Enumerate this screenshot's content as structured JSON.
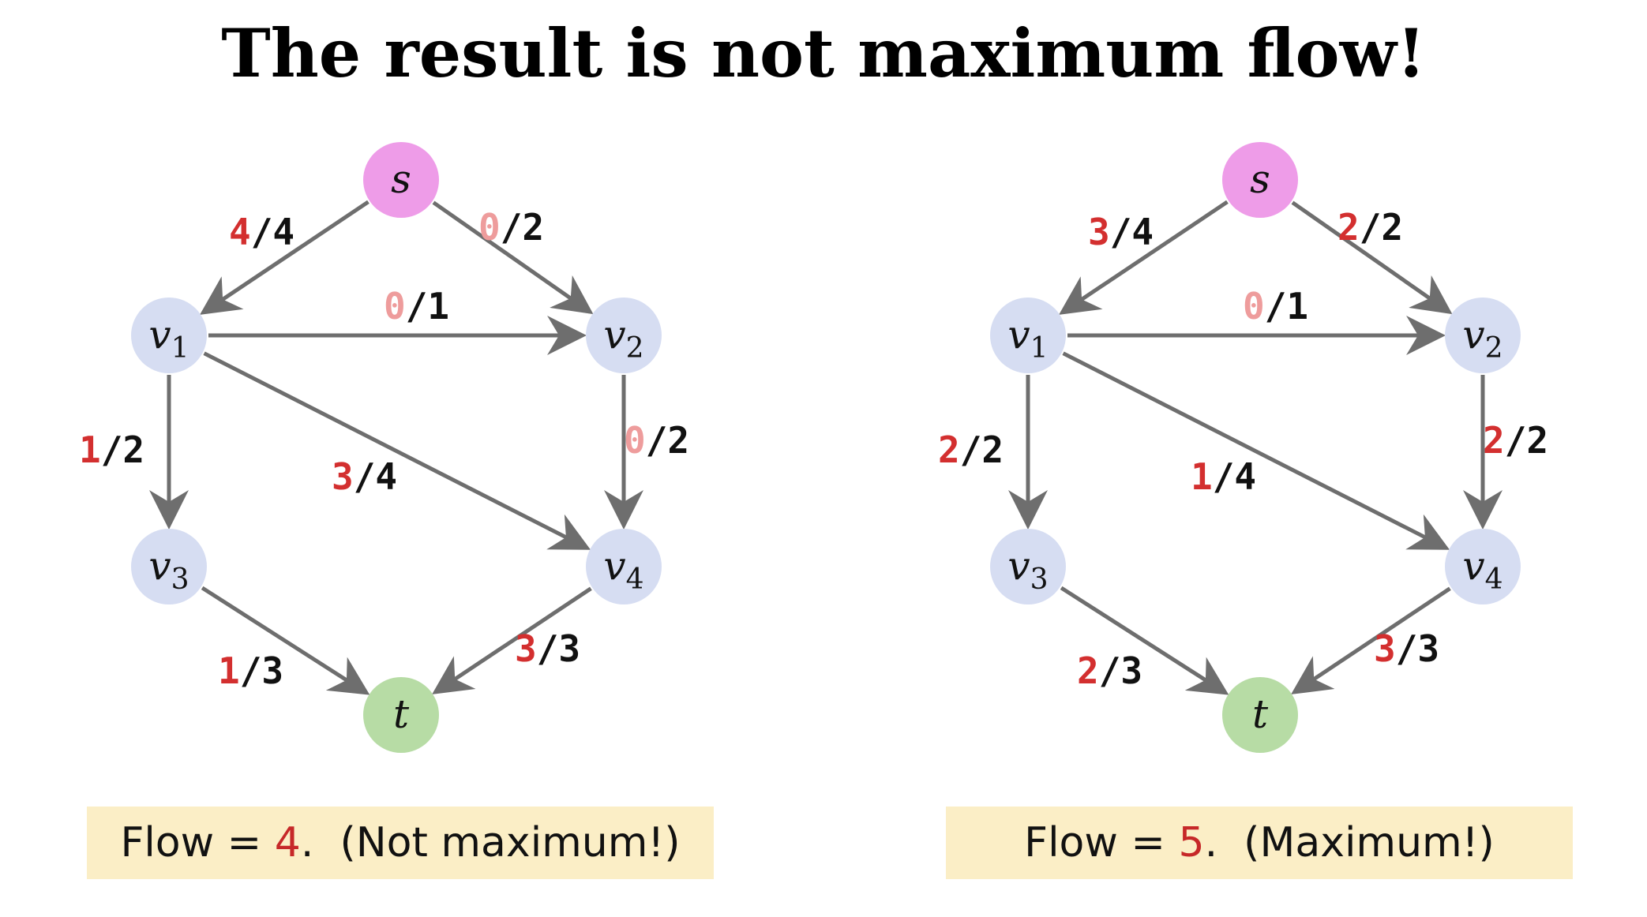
{
  "title": "The result is not maximum flow!",
  "colors": {
    "source": "#ee9ce8",
    "sink": "#b7dca5",
    "inner": "#d6ddf2",
    "edge": "#6e6e6e",
    "flow_positive": "#d32f2f",
    "flow_zero": "#ee9c9c",
    "capacity": "#111111",
    "caption_bg": "#fbeec6"
  },
  "graphs": [
    {
      "name": "left",
      "caption": {
        "prefix": "Flow = ",
        "value": "4",
        "suffix": ".  (Not maximum!)"
      },
      "edges": [
        {
          "from": "s",
          "to": "v1",
          "flow": "4",
          "cap": "4"
        },
        {
          "from": "s",
          "to": "v2",
          "flow": "0",
          "cap": "2"
        },
        {
          "from": "v1",
          "to": "v2",
          "flow": "0",
          "cap": "1"
        },
        {
          "from": "v1",
          "to": "v3",
          "flow": "1",
          "cap": "2"
        },
        {
          "from": "v1",
          "to": "v4",
          "flow": "3",
          "cap": "4"
        },
        {
          "from": "v2",
          "to": "v4",
          "flow": "0",
          "cap": "2"
        },
        {
          "from": "v3",
          "to": "t",
          "flow": "1",
          "cap": "3"
        },
        {
          "from": "v4",
          "to": "t",
          "flow": "3",
          "cap": "3"
        }
      ]
    },
    {
      "name": "right",
      "caption": {
        "prefix": "Flow = ",
        "value": "5",
        "suffix": ".  (Maximum!)"
      },
      "edges": [
        {
          "from": "s",
          "to": "v1",
          "flow": "3",
          "cap": "4"
        },
        {
          "from": "s",
          "to": "v2",
          "flow": "2",
          "cap": "2"
        },
        {
          "from": "v1",
          "to": "v2",
          "flow": "0",
          "cap": "1"
        },
        {
          "from": "v1",
          "to": "v3",
          "flow": "2",
          "cap": "2"
        },
        {
          "from": "v1",
          "to": "v4",
          "flow": "1",
          "cap": "4"
        },
        {
          "from": "v2",
          "to": "v4",
          "flow": "2",
          "cap": "2"
        },
        {
          "from": "v3",
          "to": "t",
          "flow": "2",
          "cap": "3"
        },
        {
          "from": "v4",
          "to": "t",
          "flow": "3",
          "cap": "3"
        }
      ]
    }
  ],
  "nodes": [
    {
      "id": "s",
      "label": "s",
      "sub": "",
      "kind": "source"
    },
    {
      "id": "v1",
      "label": "v",
      "sub": "1",
      "kind": "inner"
    },
    {
      "id": "v2",
      "label": "v",
      "sub": "2",
      "kind": "inner"
    },
    {
      "id": "v3",
      "label": "v",
      "sub": "3",
      "kind": "inner"
    },
    {
      "id": "v4",
      "label": "v",
      "sub": "4",
      "kind": "inner"
    },
    {
      "id": "t",
      "label": "t",
      "sub": "",
      "kind": "sink"
    }
  ]
}
